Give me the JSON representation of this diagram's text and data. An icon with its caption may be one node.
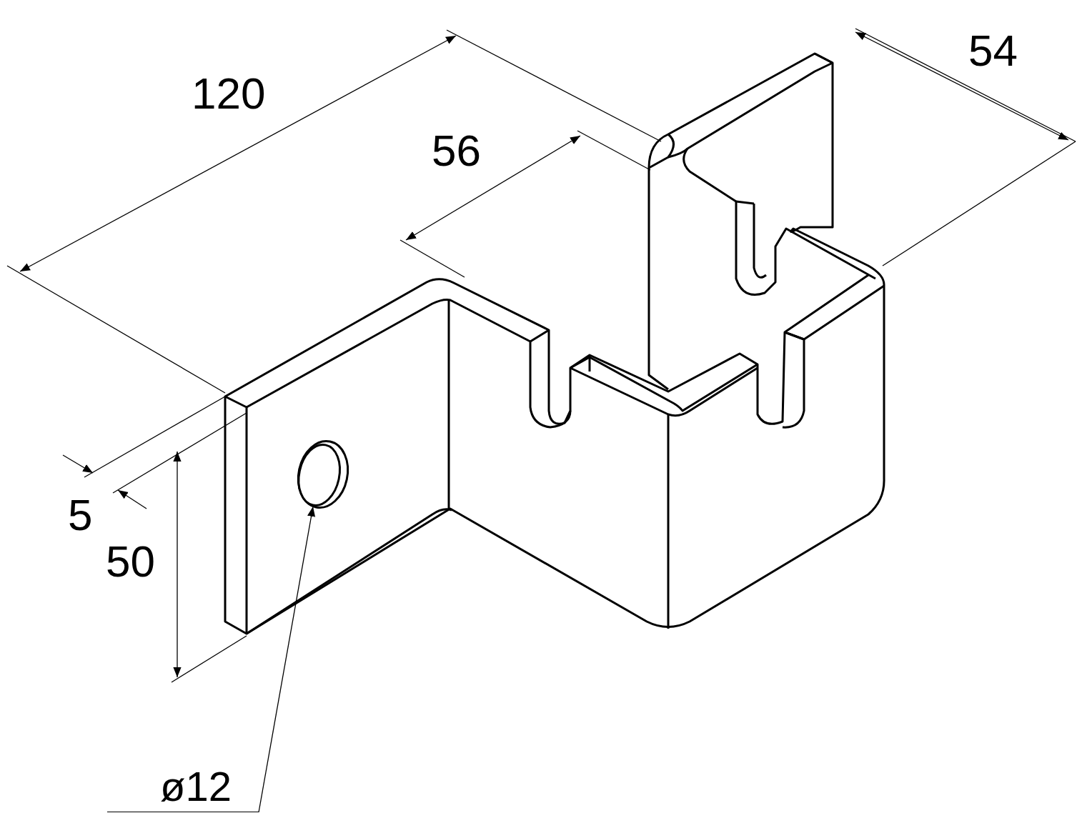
{
  "diagram": {
    "nodes": [
      {
        "text": [
          "ø12"
        ]
      },
      {
        "text": [],
        "shape": "circle"
      }
    ],
    "edges": [
      {
        "from": 0,
        "to": 1,
        "arrow": "to"
      }
    ],
    "labels": [
      "120",
      "54",
      "56",
      "5",
      "50"
    ]
  }
}
